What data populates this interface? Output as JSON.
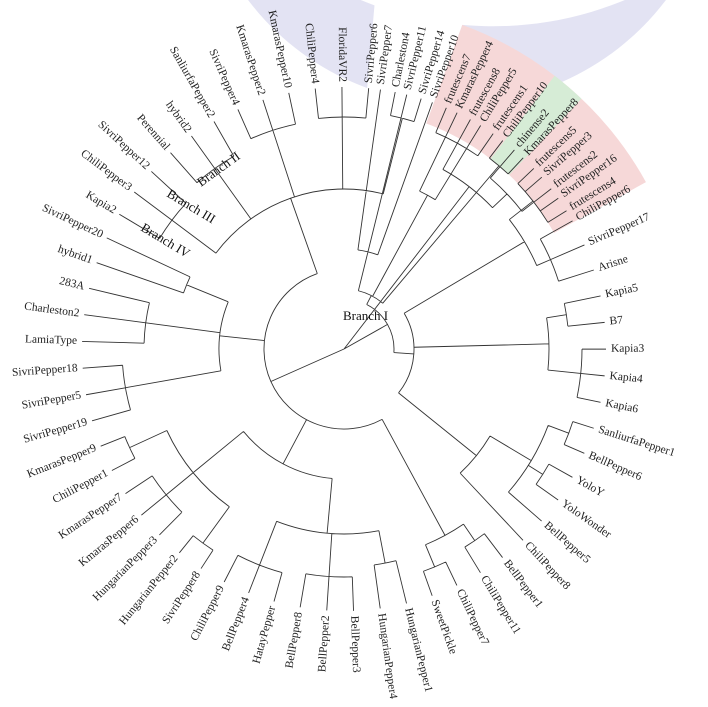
{
  "colors": {
    "main_clade": "#e3e3f3",
    "frutescens_clade": "#f6d8d8",
    "chinense_clade": "#d6ecd6",
    "edge": "#333333",
    "text": "#222222"
  },
  "leaves": [
    "SivriPepper7",
    "SivriPepper11",
    "SivriPepper10",
    "KmarasPepper4",
    "ChiliPepper5",
    "ChiliPepper10",
    "KmarasPepper8",
    "SivriPepper3",
    "SivriPepper16",
    "ChiliPepper6",
    "SivriPepper17",
    "Arisne",
    "Kapia5",
    "B7",
    "Kapia3",
    "Kapia4",
    "Kapia6",
    "SanliurfaPepper1",
    "BellPepper6",
    "YoloY",
    "YoloWonder",
    "BellPepper5",
    "ChiliPepper8",
    "BellPepper1",
    "ChiliPepper11",
    "ChiliPepper7",
    "SweetPickle",
    "HungarianPepper1",
    "HungarianPepper4",
    "BellPepper3",
    "BellPepper2",
    "BellPepper8",
    "HatayPepper",
    "BellPepper4",
    "ChiliPepper9",
    "SivriPepper8",
    "HungarianPepper2",
    "HungarianPepper3",
    "KmarasPepper6",
    "KmarasPepper7",
    "ChiliPepper1",
    "KmarasPepper9",
    "SivriPepper19",
    "SivriPepper5",
    "SivriPepper18",
    "LamiaType",
    "Charleston2",
    "283A",
    "hybrid1",
    "SivriPepper20",
    "Kapia2",
    "ChiliPepper3",
    "SivriPepper12",
    "Perennial",
    "hybrid2",
    "SanliurfaPepper2",
    "SivriPepper4",
    "KmarasPepper2",
    "KmarasPepper10",
    "ChiliPepper4",
    "FloridaVR2",
    "SivriPepper6",
    "Charleston4",
    "SivriPepper14",
    "frutescens7",
    "frutescens8",
    "frutescens1",
    "chinense2",
    "frutescens5",
    "frutescens2",
    "frutescens4"
  ],
  "branch_labels": {
    "branch_1": "Branch I",
    "branch_2": "Branch II",
    "branch_3": "Branch III",
    "branch_4": "Branch IV"
  }
}
